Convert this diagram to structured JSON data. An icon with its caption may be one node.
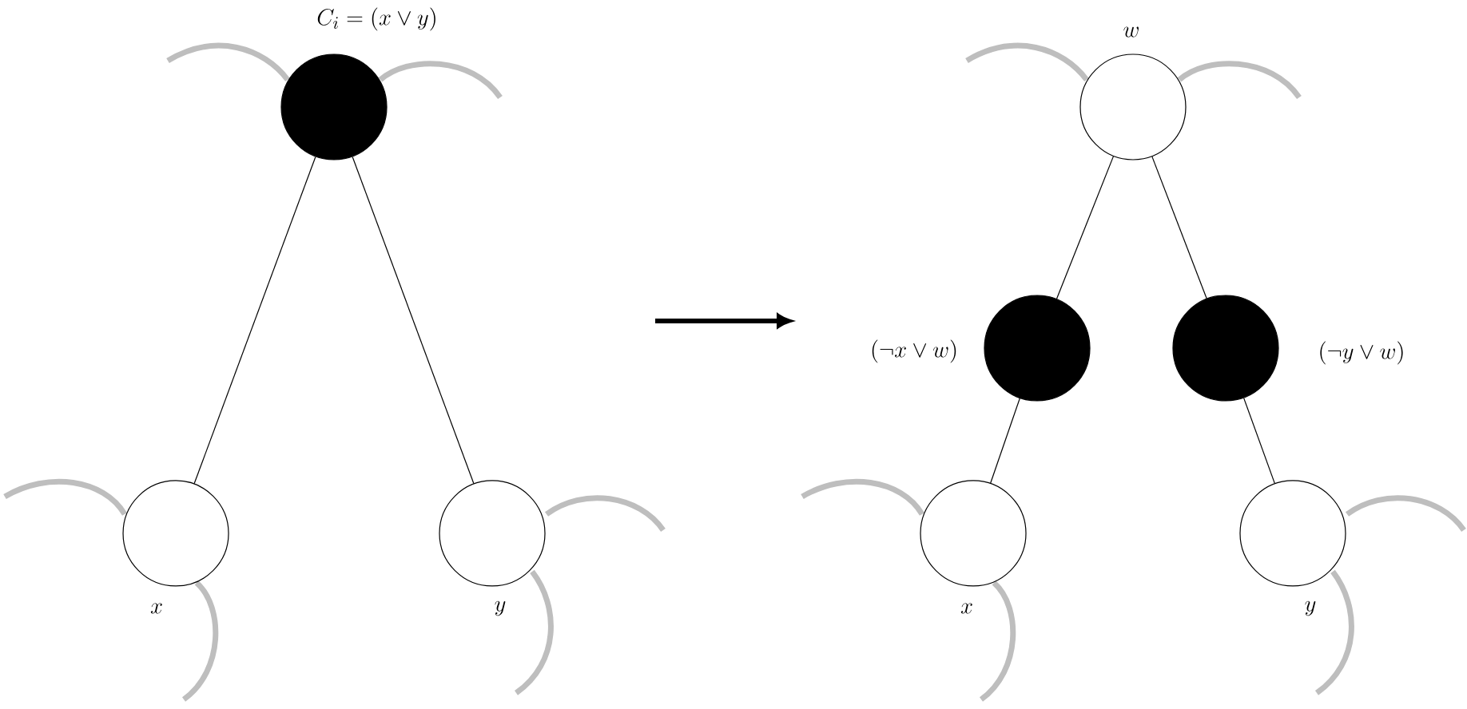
{
  "diagram": {
    "nodes": [
      {
        "text": [],
        "shape": "circle",
        "beside": [
          "C_i = (x \\vee y)"
        ]
      },
      {
        "text": [],
        "shape": "circle",
        "beside": [
          "x"
        ]
      },
      {
        "text": [],
        "shape": "circle",
        "beside": [
          "y"
        ]
      },
      {
        "text": [],
        "shape": "circle",
        "beside": [
          "w"
        ]
      },
      {
        "text": [],
        "shape": "circle",
        "beside": [
          "(\\neg x \\vee w)"
        ]
      },
      {
        "text": [],
        "shape": "circle",
        "beside": [
          "(\\neg y \\vee w)"
        ]
      },
      {
        "text": [],
        "shape": "circle",
        "beside": [
          "x"
        ]
      },
      {
        "text": [],
        "shape": "circle",
        "beside": [
          "y"
        ]
      }
    ],
    "edges": [
      {
        "from": 0,
        "to": 1,
        "arrow": "none"
      },
      {
        "from": 0,
        "to": 2,
        "arrow": "none"
      },
      {
        "from": 3,
        "to": 4,
        "arrow": "none"
      },
      {
        "from": 3,
        "to": 5,
        "arrow": "none"
      },
      {
        "from": 4,
        "to": 6,
        "arrow": "none"
      },
      {
        "from": 5,
        "to": 7,
        "arrow": "none"
      }
    ]
  }
}
